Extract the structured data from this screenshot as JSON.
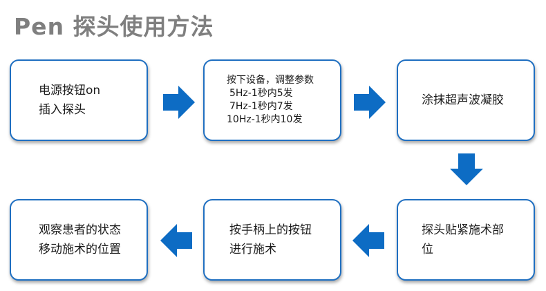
{
  "title": "Pen 探头使用方法",
  "colors": {
    "border": "#1f6fc1",
    "arrow": "#0d6cc4",
    "title": "#7f7f7f"
  },
  "steps": [
    {
      "lines": [
        "电源按钮on",
        "插入探头"
      ]
    },
    {
      "lines": [
        "按下设备，调整参数",
        "5Hz-1秒内5发",
        "7Hz-1秒内7发",
        "10Hz-1秒内10发"
      ]
    },
    {
      "lines": [
        "涂抹超声波凝胶"
      ]
    },
    {
      "lines": [
        "探头贴紧施术部",
        "位"
      ]
    },
    {
      "lines": [
        "按手柄上的按钮",
        "进行施术"
      ]
    },
    {
      "lines": [
        "观察患者的状态",
        "移动施术的位置"
      ]
    }
  ]
}
